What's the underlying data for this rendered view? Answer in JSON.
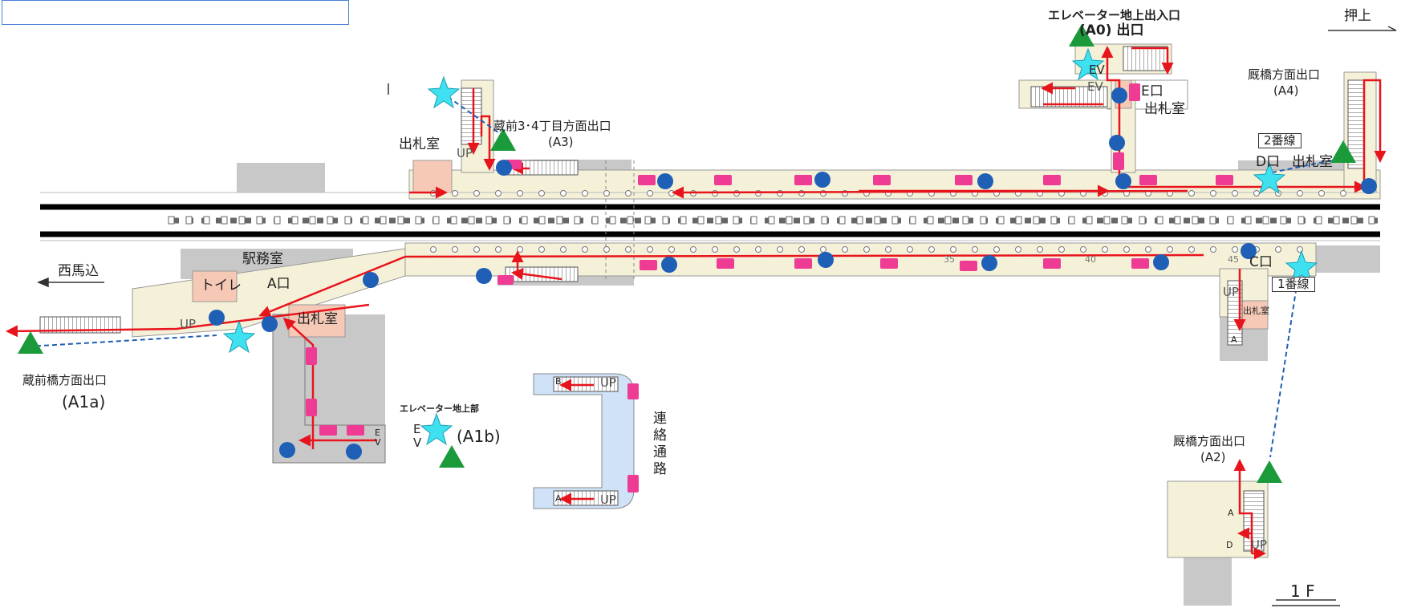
{
  "search_box": {
    "value": ""
  },
  "labels": {
    "pushup": "押上",
    "nishimagome": "西馬込",
    "elevator_ground_exit": "エレベーター地上出入口",
    "a0_exit": "(A0) 出口",
    "ev": "EV",
    "e_gate": "E口",
    "ticket_office": "出札室",
    "umayabashi_a4": "厩橋方面出口",
    "a4": "(A4)",
    "line2": "2番線",
    "d_gate": "D口",
    "kuramae34": "蔵前3･4丁目方面出口",
    "a3": "(A3)",
    "up": "UP",
    "station_office": "駅務室",
    "toilet": "トイレ",
    "a_gate": "A口",
    "kuramaebashi": "蔵前橋方面出口",
    "a1a": "(A1a)",
    "elevator_ground": "エレベーター地上部",
    "a1b": "(A1b)",
    "ev_e": "E",
    "ev_v": "V",
    "renraku": "連絡通路",
    "c_gate": "C口",
    "line1": "1番線",
    "umayabashi_a2": "厩橋方面出口",
    "a2": "(A2)",
    "floor": "1 F",
    "num35": "35",
    "num40": "40",
    "num45": "45",
    "ticket_small": "出札室",
    "mark_a": "A",
    "mark_b": "B",
    "mark_d": "D"
  },
  "legend_colors": {
    "elevator_star": "#3fe0f0",
    "exit_triangle": "#1a9a3a",
    "blue_circle": "#1f5fb5",
    "pink_block": "#ee3c94",
    "route_arrow": "#e8141c"
  }
}
